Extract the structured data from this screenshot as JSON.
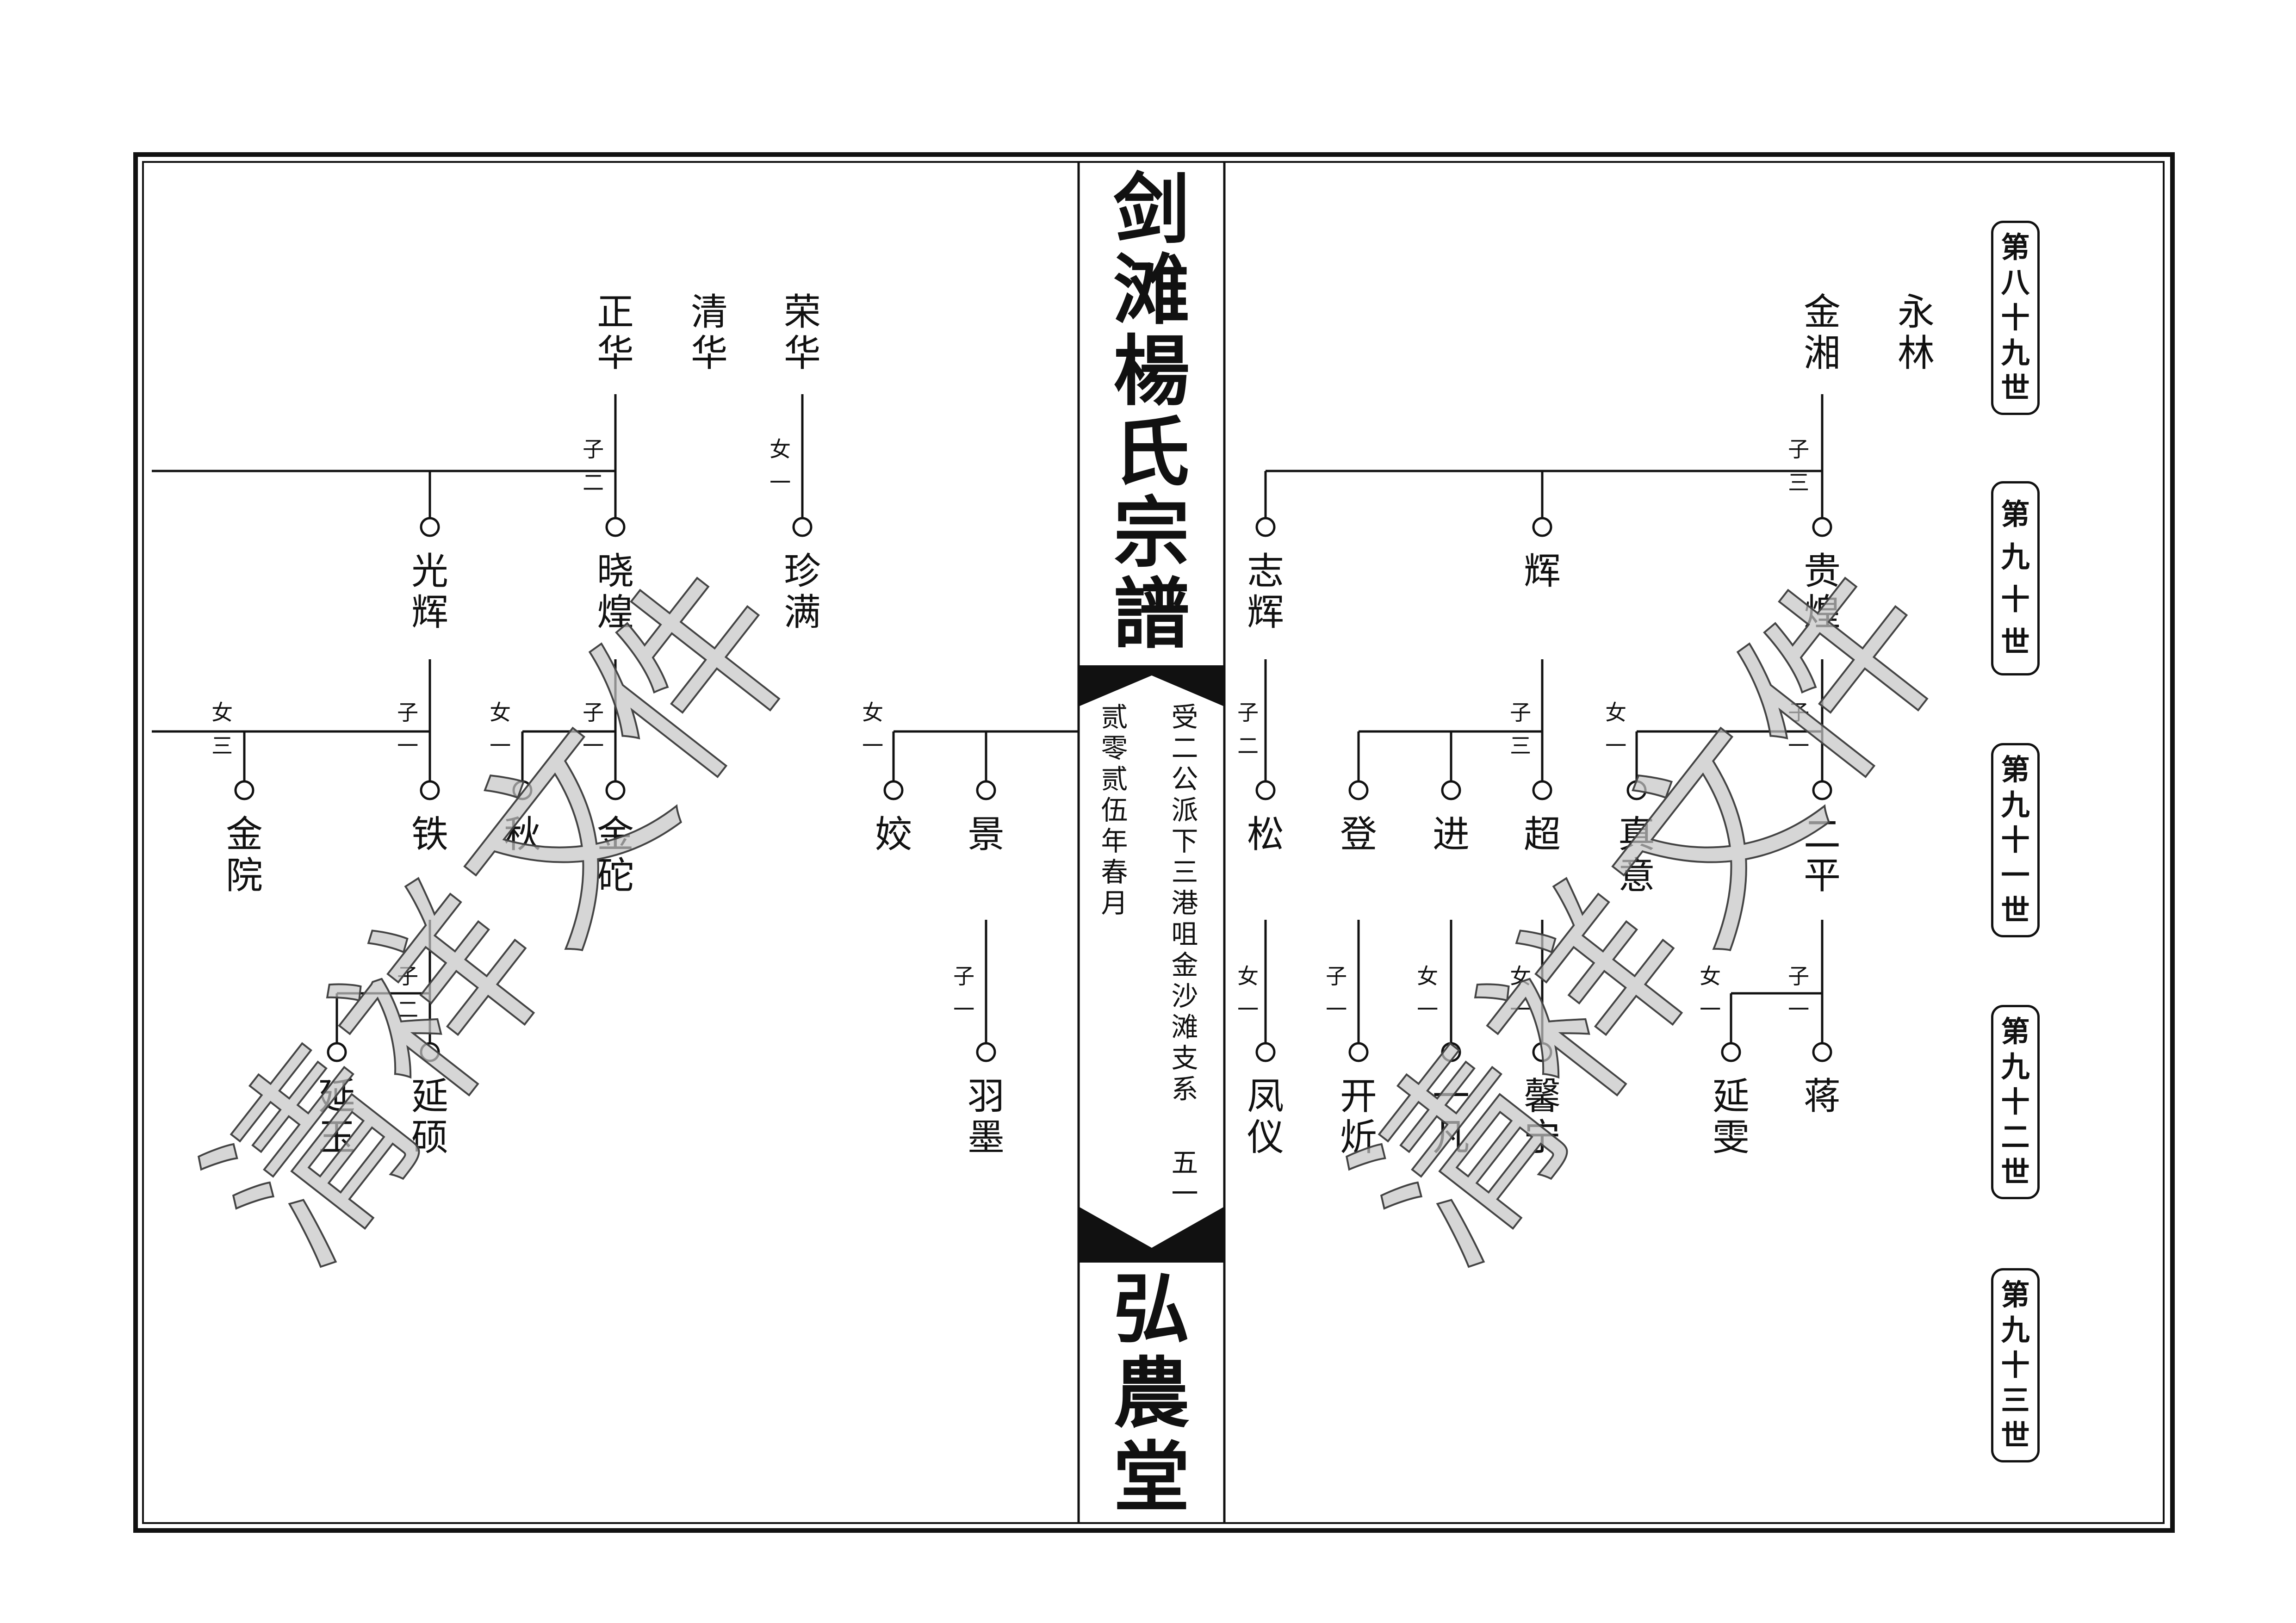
{
  "book": {
    "title": "剑滩楊氏宗譜",
    "hall_name": "弘農堂",
    "branch": "受二公派下三港咀金沙滩支系",
    "page_number": "五一",
    "edition_date": "贰零贰伍年春月"
  },
  "generation_labels": [
    "第八十九世",
    "第九十世",
    "第九十一世",
    "第九十二世",
    "第九十三世"
  ],
  "watermark": "清祥文件",
  "right_page": {
    "gen89": [
      "永林",
      "金湘"
    ],
    "gen90": [
      "贵煌",
      "辉",
      "志辉"
    ],
    "gen91": [
      "二平",
      "真意",
      "超",
      "进",
      "登",
      "松"
    ],
    "gen92": [
      "蒋",
      "延雯",
      "馨宁",
      "一凡",
      "开炘",
      "凤仪"
    ],
    "offspring": {
      "jinxiang_sons": "子三",
      "zhihui_sons": "子二",
      "hui_sons": "子三",
      "guihuang_sons": "子一",
      "guihuang_daughters": "女一",
      "song_daughters": "女一",
      "deng_sons": "子一",
      "jin_daughters": "女一",
      "chao_daughters": "女一",
      "erping_sons": "子一",
      "erping_daughters": "女一"
    }
  },
  "left_page": {
    "gen89": [
      "荣华",
      "清华",
      "正华"
    ],
    "gen90": [
      "珍满",
      "晓煌",
      "光辉"
    ],
    "gen91": [
      "景",
      "姣",
      "金砣",
      "秋",
      "铁",
      "金院"
    ],
    "gen92": [
      "羽墨",
      "延硕",
      "延玉"
    ],
    "offspring": {
      "zhenghua_sons": "子二",
      "ronghua_daughters": "女一",
      "guanghui_sons": "子一",
      "guanghui_daughters": "女三",
      "xiaohuang_sons": "子一",
      "xiaohuang_daughters": "女一",
      "continued_daughters": "女一",
      "tie_sons": "子二",
      "jing_sons": "子一"
    }
  },
  "colors": {
    "ink": "#111111",
    "paper": "#ffffff",
    "watermark_fill": "#c4c4c4",
    "watermark_outline": "#444444"
  }
}
